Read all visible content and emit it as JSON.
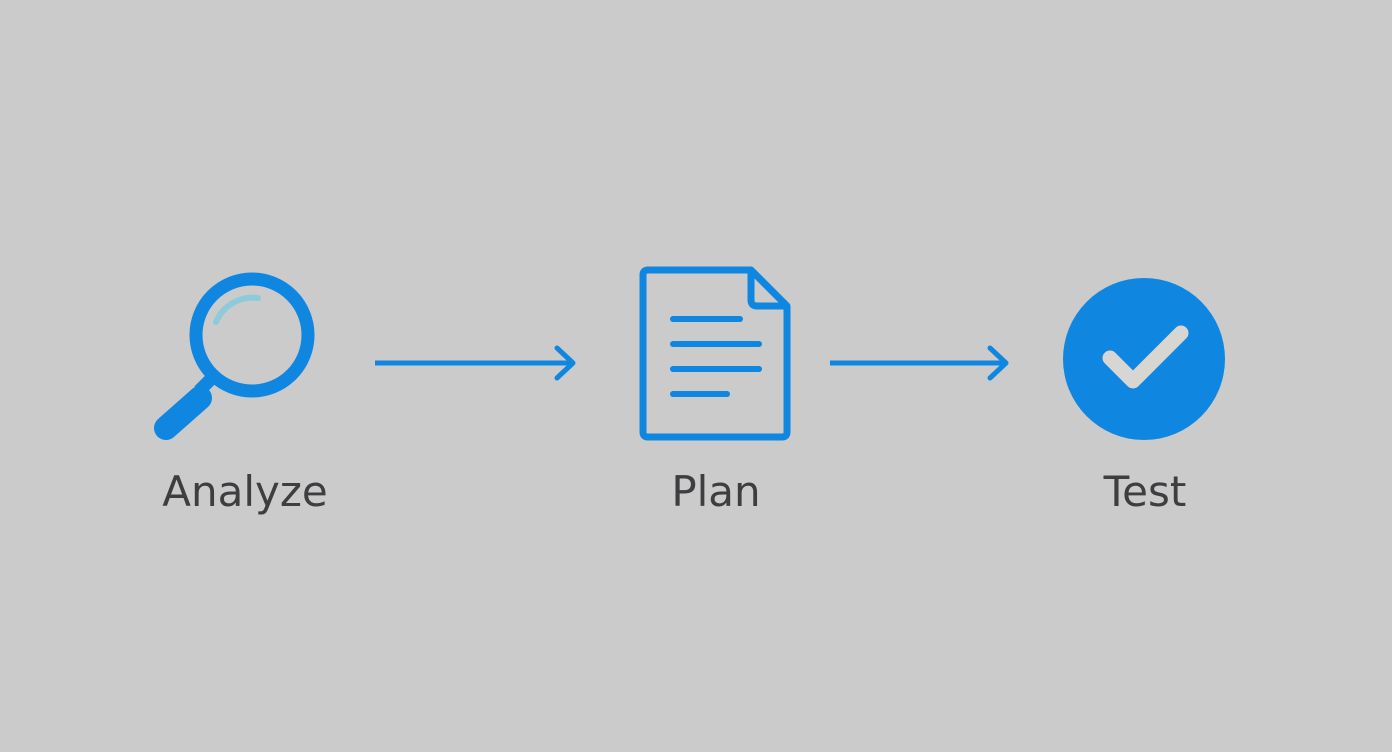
{
  "diagram": {
    "type": "process-flow",
    "background_color": "#cbcbcc",
    "accent_color": "#0f86e0",
    "label_color": "#3e3e40",
    "steps": [
      {
        "label": "Analyze",
        "icon": "magnifying-glass-icon"
      },
      {
        "label": "Plan",
        "icon": "document-icon"
      },
      {
        "label": "Test",
        "icon": "check-circle-icon"
      }
    ],
    "connectors": [
      {
        "from": "Analyze",
        "to": "Plan",
        "icon": "arrow-right-icon"
      },
      {
        "from": "Plan",
        "to": "Test",
        "icon": "arrow-right-icon"
      }
    ]
  }
}
